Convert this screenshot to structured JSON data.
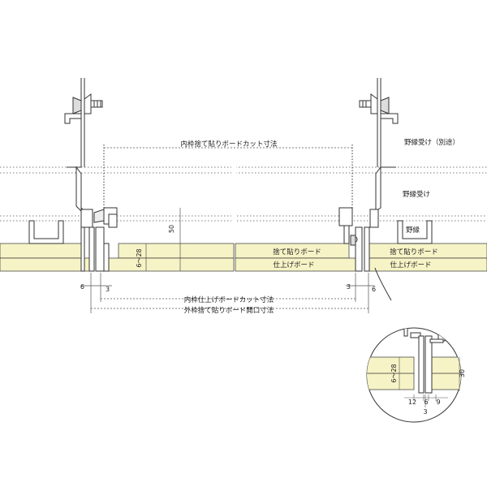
{
  "labels": {
    "inner_backing_cut": "内枠捨て貼りボードカット寸法",
    "inner_finish_cut": "内枠仕上げボードカット寸法",
    "outer_backing_opening": "外枠捨て貼りボード開口寸法",
    "noburi_uke_betto": "野縁受け（別途）",
    "noburi_uke": "野縁受け",
    "noburi": "野縁",
    "sutebari_board_center": "捨て貼りボード",
    "sutebari_board_right": "捨て貼りボード",
    "shiage_board_center": "仕上げボード",
    "shiage_board_right": "仕上げボード"
  },
  "dims": {
    "d50": "50",
    "d6_28_main": "6～28",
    "d6_left": "6",
    "d3_left": "3",
    "d3_right": "3",
    "d6_right": "6",
    "d6_28_detail": "6～28",
    "d30": "30",
    "d12": "12",
    "d6_detail": "6",
    "d9": "9",
    "d3_detail": "3"
  },
  "colors": {
    "board": "#f6f3c6",
    "metal": "#ffffff",
    "line": "#333333"
  }
}
